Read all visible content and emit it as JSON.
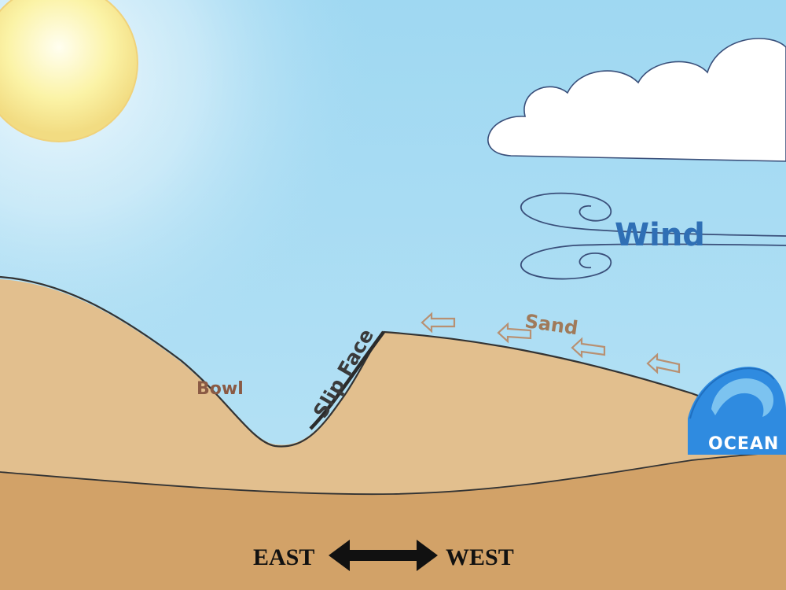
{
  "labels": {
    "bowl": "Bowl",
    "slip_face": "Slip Face",
    "sand": "Sand",
    "wind": "Wind",
    "ocean": "OCEAN",
    "east": "EAST",
    "west": "WEST"
  },
  "colors": {
    "sky": "#a9dcf3",
    "sun": "#fbf3a6",
    "cloud": "#ffffff",
    "dune": "#e2bf8e",
    "ground": "#d2a268",
    "outline": "#333333",
    "wind_text": "#2f6fb5",
    "ocean": "#2f8be0"
  },
  "icons": {
    "sand_arrows": "left-arrow-outline-icon",
    "wind_swirls": "wind-swirl-icon",
    "direction": "double-headed-arrow-icon",
    "ocean": "wave-icon"
  }
}
